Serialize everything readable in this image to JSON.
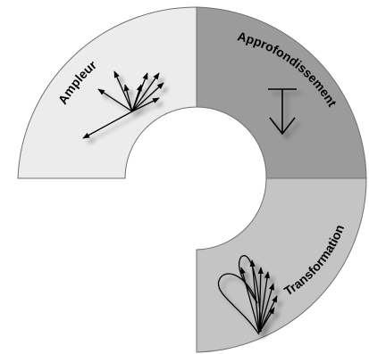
{
  "diagram": {
    "segments": [
      {
        "id": "ampleur",
        "label": "Ampleur",
        "fill": "#ececec",
        "icon": "divergent-arrows-icon"
      },
      {
        "id": "approfondissement",
        "label": "Approfondissement",
        "fill": "#9b9b9b",
        "icon": "downward-arrow-icon"
      },
      {
        "id": "transformation",
        "label": "Transformation",
        "fill": "#c4c4c4",
        "icon": "leaf-arrows-icon"
      }
    ],
    "colors": {
      "stroke": "#6f6f6f",
      "ink": "#000000",
      "shadow": "#8a8a8a"
    }
  }
}
